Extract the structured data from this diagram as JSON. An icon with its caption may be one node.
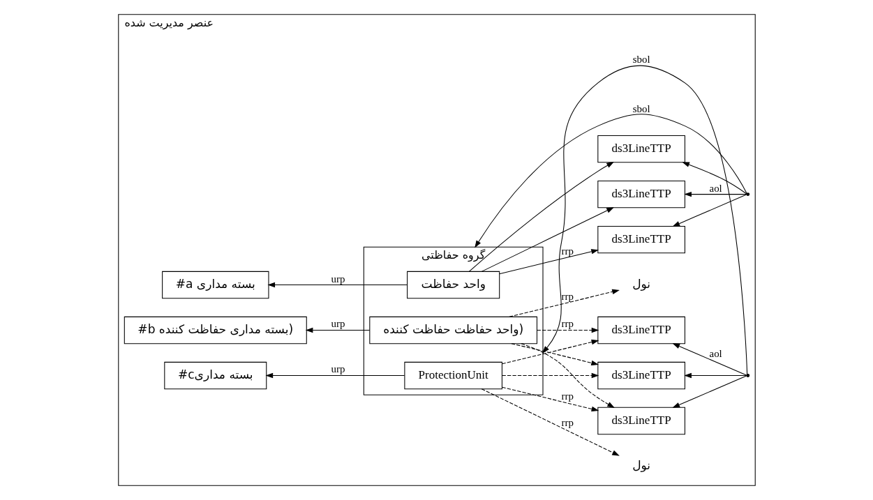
{
  "diagram": {
    "nodes": [
      {
        "text": [
          "عنصر مدیریت شده"
        ]
      },
      {
        "text": [
          "#a بسته مداری"
        ],
        "in": 0
      },
      {
        "text": [
          "#b بسته مداری حفاظت کننده)"
        ],
        "in": 0
      },
      {
        "text": [
          "#cبسته مداری"
        ],
        "in": 0
      },
      {
        "text": [
          "گروه حفاظتی"
        ],
        "in": 0
      },
      {
        "text": [
          "واحد حفاظت"
        ],
        "in": 4
      },
      {
        "text": [
          "واحد حفاظت حفاظت کننده)"
        ],
        "in": 4
      },
      {
        "text": [
          "ProtectionUnit"
        ],
        "in": 4
      },
      {
        "text": [
          "نول"
        ],
        "in": 0
      },
      {
        "text": [
          "ds3LineTTP"
        ],
        "in": 0
      },
      {
        "text": [
          "ds3LineTTP"
        ],
        "in": 0
      },
      {
        "text": [
          "ds3LineTTP"
        ],
        "in": 0
      },
      {
        "text": [
          "ds3LineTTP"
        ],
        "in": 0
      },
      {
        "text": [
          "ds3LineTTP"
        ],
        "in": 0
      },
      {
        "text": [
          "ds3LineTTP"
        ],
        "in": 0
      },
      {
        "text": [
          "نول"
        ],
        "in": 0
      },
      {
        "text": [],
        "shape": "point",
        "in": 0
      },
      {
        "text": [],
        "shape": "point",
        "in": 0
      }
    ],
    "edges": [
      {
        "from": 5,
        "to": 1,
        "arrow": "to",
        "label": "urp"
      },
      {
        "from": 6,
        "to": 2,
        "arrow": "to",
        "label": "urp"
      },
      {
        "from": 7,
        "to": 3,
        "arrow": "to",
        "label": "urp"
      },
      {
        "from": 5,
        "to": 9,
        "arrow": "to"
      },
      {
        "from": 5,
        "to": 10,
        "arrow": "to",
        "label": "rrp"
      },
      {
        "from": 5,
        "to": 11,
        "arrow": "to"
      },
      {
        "from": 6,
        "to": 8,
        "arrow": "to",
        "label": "rrp",
        "style": "dashed"
      },
      {
        "from": 6,
        "to": 12,
        "arrow": "to",
        "label": "rrp",
        "style": "dashed"
      },
      {
        "from": 6,
        "to": 13,
        "arrow": "to",
        "style": "dashed"
      },
      {
        "from": 6,
        "to": 14,
        "arrow": "to",
        "style": "dashed"
      },
      {
        "from": 7,
        "to": 12,
        "arrow": "to",
        "style": "dashed"
      },
      {
        "from": 7,
        "to": 13,
        "arrow": "to",
        "label": "rrp",
        "style": "dashed"
      },
      {
        "from": 7,
        "to": 14,
        "arrow": "to",
        "style": "dashed"
      },
      {
        "from": 7,
        "to": 15,
        "arrow": "to",
        "label": "rrp",
        "style": "dashed"
      },
      {
        "from": 16,
        "to": 9,
        "arrow": "to"
      },
      {
        "from": 16,
        "to": 10,
        "arrow": "to"
      },
      {
        "from": 16,
        "to": 11,
        "arrow": "to",
        "label": "aol"
      },
      {
        "from": 16,
        "to": 4,
        "arrow": "to",
        "label": "sbol"
      },
      {
        "from": 17,
        "to": 12,
        "arrow": "to",
        "label": "aol"
      },
      {
        "from": 17,
        "to": 13,
        "arrow": "to"
      },
      {
        "from": 17,
        "to": 14,
        "arrow": "to"
      },
      {
        "from": 17,
        "to": 4,
        "arrow": "to",
        "label": "sbol"
      }
    ]
  }
}
